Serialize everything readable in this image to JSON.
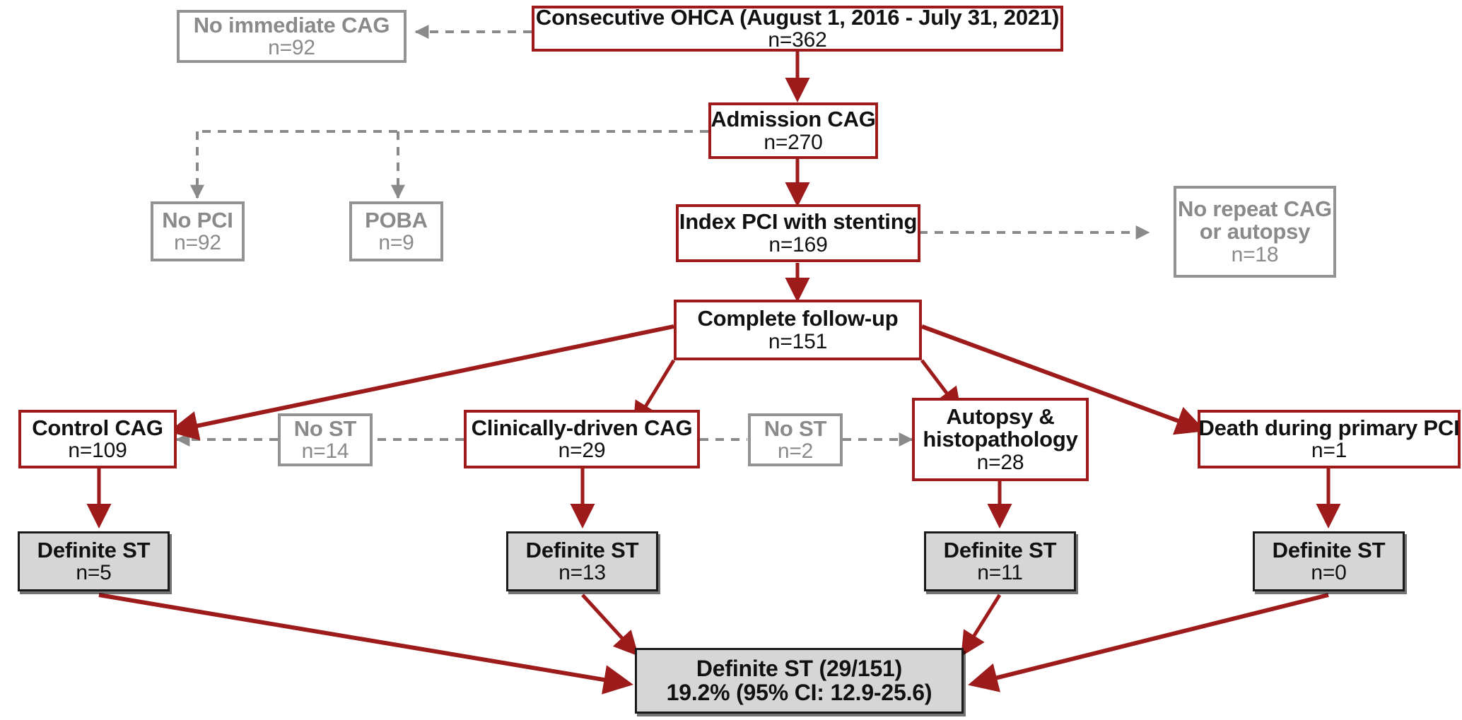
{
  "diagram": {
    "title": "Definite stent thrombosis after OHCA flowchart",
    "colors": {
      "primary_border": "#9e1b1b",
      "muted_border": "#939393",
      "muted_text": "#8a8a8a",
      "result_fill": "#d6d6d6",
      "result_border": "#1a1a1a",
      "arrow_red": "#9e1b1b",
      "arrow_gray": "#8a8a8a",
      "background": "#ffffff"
    },
    "nodes": {
      "consecutive_ohca": {
        "title": "Consecutive OHCA (August 1, 2016 - July 31, 2021)",
        "count": "n=362"
      },
      "no_immediate_cag": {
        "title": "No immediate CAG",
        "count": "n=92"
      },
      "admission_cag": {
        "title": "Admission CAG",
        "count": "n=270"
      },
      "no_pci": {
        "title": "No PCI",
        "count": "n=92"
      },
      "poba": {
        "title": "POBA",
        "count": "n=9"
      },
      "index_pci": {
        "title": "Index PCI with stenting",
        "count": "n=169"
      },
      "no_repeat_cag": {
        "title_line1": "No repeat CAG",
        "title_line2": "or autopsy",
        "count": "n=18"
      },
      "complete_followup": {
        "title": "Complete follow-up",
        "count": "n=151"
      },
      "control_cag": {
        "title": "Control CAG",
        "count": "n=109"
      },
      "no_st_left": {
        "title": "No ST",
        "count": "n=14"
      },
      "clinically_driven_cag": {
        "title": "Clinically-driven CAG",
        "count": "n=29"
      },
      "no_st_right": {
        "title": "No ST",
        "count": "n=2"
      },
      "autopsy_histopathology": {
        "title_line1": "Autopsy &",
        "title_line2": "histopathology",
        "count": "n=28"
      },
      "death_primary_pci": {
        "title": "Death during primary PCI",
        "count": "n=1"
      },
      "definite_st_control": {
        "title": "Definite ST",
        "count": "n=5"
      },
      "definite_st_clinical": {
        "title": "Definite ST",
        "count": "n=13"
      },
      "definite_st_autopsy": {
        "title": "Definite ST",
        "count": "n=11"
      },
      "definite_st_death": {
        "title": "Definite ST",
        "count": "n=0"
      },
      "definite_st_total": {
        "line1": "Definite ST (29/151)",
        "line2": "19.2% (95% CI: 12.9-25.6)"
      }
    }
  }
}
